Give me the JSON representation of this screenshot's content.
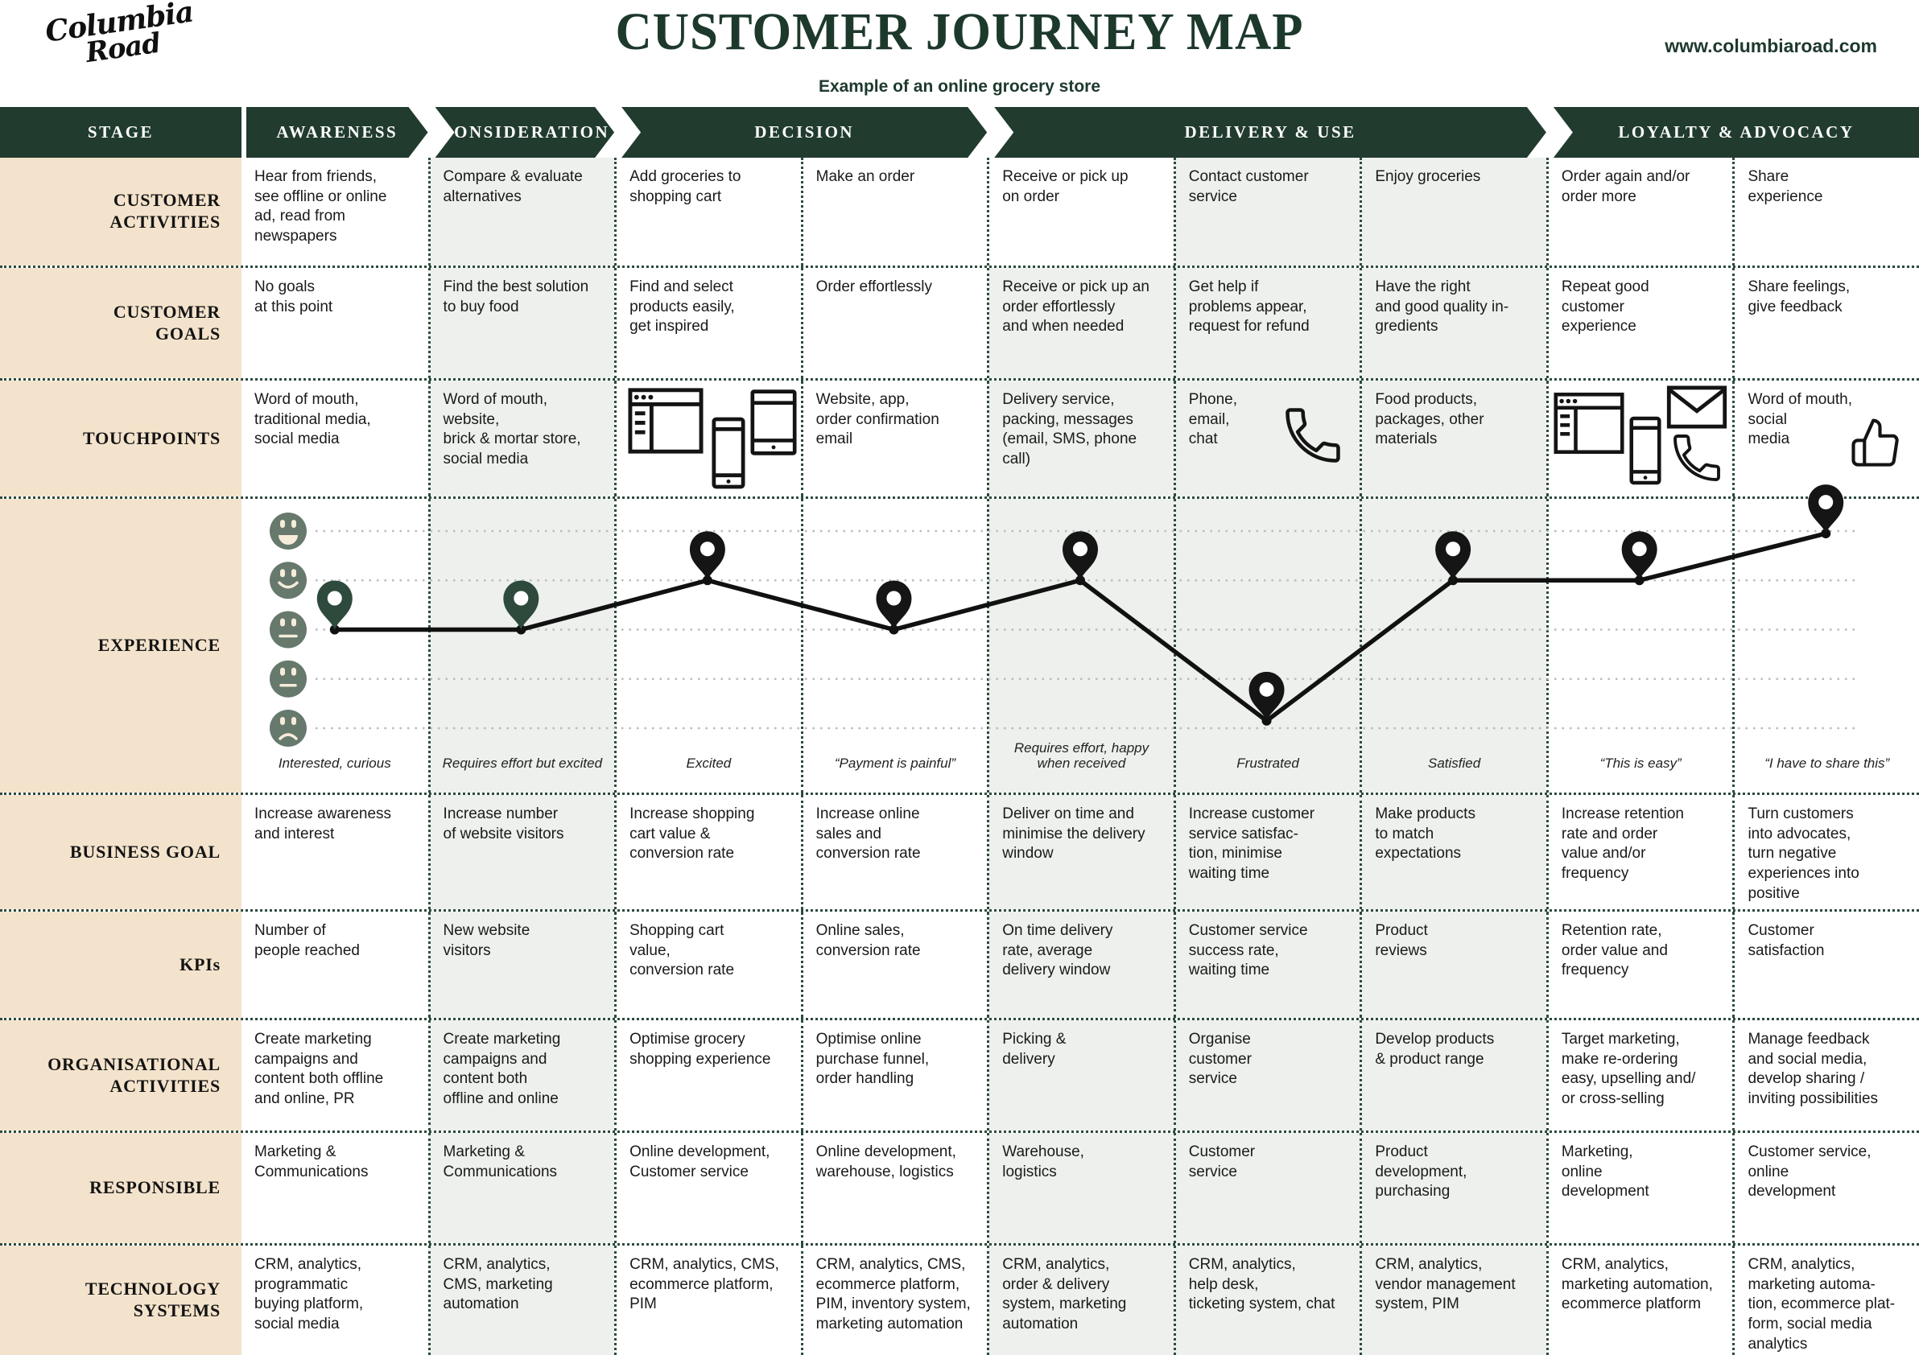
{
  "header": {
    "logo_line1": "Columbia",
    "logo_line2": "Road",
    "title": "CUSTOMER JOURNEY MAP",
    "subtitle": "Example of an online grocery store",
    "website": "www.columbiaroad.com"
  },
  "stage_row": {
    "label": "STAGE",
    "stages": [
      {
        "label": "AWARENESS",
        "span": 1
      },
      {
        "label": "CONSIDERATION",
        "span": 1
      },
      {
        "label": "DECISION",
        "span": 2
      },
      {
        "label": "DELIVERY & USE",
        "span": 3
      },
      {
        "label": "LOYALTY & ADVOCACY",
        "span": 2
      }
    ]
  },
  "colors": {
    "header_green": "#213b2f",
    "title_green": "#1d392c",
    "cream": "#f4e3cc",
    "shade": "#edf0ec",
    "dotted": "#2c4b3c",
    "face_green": "#66796c",
    "face_cream": "#f6ecd9",
    "pin_green": "#2e4a3c",
    "pin_black": "#151515"
  },
  "rows": [
    {
      "key": "activities",
      "label": "CUSTOMER\nACTIVITIES",
      "shaded": [
        0,
        1,
        0,
        0,
        0,
        1,
        1,
        0,
        0
      ],
      "cells": [
        "Hear from friends,\nsee offline or online\nad, read from\nnewspapers",
        "Compare & evaluate\nalternatives",
        "Add groceries to\nshopping cart",
        "Make an order",
        "Receive or pick up\non order",
        "Contact customer\nservice",
        "Enjoy groceries",
        "Order again and/or\norder more",
        "Share\nexperience"
      ]
    },
    {
      "key": "goals",
      "label": "CUSTOMER\nGOALS",
      "shaded": [
        0,
        1,
        0,
        0,
        1,
        1,
        1,
        0,
        0
      ],
      "cells": [
        "No goals\nat this point",
        "Find the best solution\nto buy food",
        "Find and select\nproducts easily,\nget inspired",
        "Order effortlessly",
        "Receive or pick up an\norder effortlessly\nand when needed",
        "Get help if\nproblems appear,\nrequest for refund",
        "Have the right\nand good quality in-\ngredients",
        "Repeat good\ncustomer\nexperience",
        "Share feelings,\ngive feedback"
      ]
    },
    {
      "key": "touchpoints",
      "label": "TOUCHPOINTS",
      "shaded": [
        0,
        1,
        0,
        0,
        1,
        1,
        1,
        0,
        0
      ],
      "cells": [
        "Word of mouth,\ntraditional media,\nsocial media",
        "Word of mouth,\nwebsite,\nbrick & mortar store,\nsocial media",
        {
          "icons": [
            "browser-icon",
            "smartphone-icon",
            "tablet-icon"
          ]
        },
        "Website, app,\norder confirmation\nemail",
        "Delivery service,\npacking, messages\n(email, SMS, phone\ncall)",
        {
          "text": "Phone,\nemail,\nchat",
          "icons": [
            "phone-icon"
          ]
        },
        "Food products,\npackages, other\nmaterials",
        {
          "icons": [
            "browser-icon",
            "smartphone-icon",
            "envelope-icon",
            "phone-icon"
          ]
        },
        {
          "text": "Word of mouth,\nsocial\nmedia",
          "icons": [
            "thumbs-up-icon"
          ]
        }
      ]
    },
    {
      "key": "experience",
      "label": "EXPERIENCE",
      "type": "experience",
      "shaded": [
        0,
        1,
        0,
        0,
        1,
        1,
        1,
        0,
        0
      ]
    },
    {
      "key": "business_goal",
      "label": "BUSINESS GOAL",
      "shaded": [
        0,
        1,
        0,
        0,
        1,
        1,
        1,
        0,
        0
      ],
      "cells": [
        "Increase awareness\nand interest",
        "Increase number\nof website visitors",
        "Increase shopping\ncart value &\nconversion rate",
        "Increase online\nsales and\nconversion rate",
        "Deliver on time and\nminimise the delivery\nwindow",
        "Increase customer\nservice satisfac-\ntion, minimise\nwaiting time",
        "Make products\nto match\nexpectations",
        "Increase retention\nrate and order\nvalue and/or\nfrequency",
        "Turn customers\ninto advocates,\nturn negative\nexperiences into\npositive"
      ]
    },
    {
      "key": "kpis",
      "label": "KPIs",
      "shaded": [
        0,
        1,
        0,
        0,
        1,
        1,
        1,
        0,
        0
      ],
      "cells": [
        "Number of\npeople reached",
        "New website\nvisitors",
        "Shopping cart\nvalue,\nconversion rate",
        "Online sales,\nconversion rate",
        "On time delivery\nrate, average\ndelivery window",
        "Customer service\nsuccess rate,\nwaiting time",
        "Product\nreviews",
        "Retention rate,\norder value and\nfrequency",
        "Customer\nsatisfaction"
      ]
    },
    {
      "key": "org_activities",
      "label": "ORGANISATIONAL\nACTIVITIES",
      "shaded": [
        0,
        1,
        0,
        0,
        1,
        1,
        1,
        0,
        0
      ],
      "cells": [
        "Create marketing\ncampaigns and\ncontent both offline\nand online, PR",
        "Create marketing\ncampaigns and\ncontent both\noffline and online",
        "Optimise grocery\nshopping experience",
        "Optimise online\npurchase funnel,\norder handling",
        "Picking &\ndelivery",
        "Organise\ncustomer\nservice",
        "Develop products\n& product range",
        "Target marketing,\nmake re-ordering\neasy, upselling and/\nor cross-selling",
        "Manage feedback\nand social media,\ndevelop sharing /\ninviting possibilities"
      ]
    },
    {
      "key": "responsible",
      "label": "RESPONSIBLE",
      "shaded": [
        0,
        1,
        0,
        0,
        1,
        1,
        1,
        0,
        0
      ],
      "cells": [
        "Marketing &\nCommunications",
        "Marketing &\nCommunications",
        "Online development,\nCustomer service",
        "Online development,\nwarehouse, logistics",
        "Warehouse,\nlogistics",
        "Customer\nservice",
        "Product\ndevelopment,\npurchasing",
        "Marketing,\nonline\ndevelopment",
        "Customer service,\nonline\ndevelopment"
      ]
    },
    {
      "key": "technology",
      "label": "TECHNOLOGY\nSYSTEMS",
      "shaded": [
        0,
        1,
        0,
        0,
        1,
        1,
        1,
        0,
        0
      ],
      "cells": [
        "CRM, analytics,\nprogrammatic\nbuying platform,\nsocial media",
        "CRM, analytics,\nCMS, marketing\nautomation",
        "CRM, analytics, CMS,\necommerce platform,\nPIM",
        "CRM, analytics, CMS,\necommerce platform,\nPIM, inventory system,\nmarketing automation",
        "CRM, analytics,\norder & delivery\nsystem, marketing\nautomation",
        "CRM, analytics,\nhelp desk,\nticketing system, chat",
        "CRM, analytics,\nvendor management\nsystem, PIM",
        "CRM, analytics,\nmarketing automation,\necommerce platform",
        "CRM, analytics,\nmarketing automa-\ntion, ecommerce plat-\nform, social media\nanalytics"
      ]
    }
  ],
  "experience": {
    "type": "line",
    "scale_levels": [
      "very happy",
      "happy",
      "neutral",
      "unhappy",
      "sad"
    ],
    "points": [
      {
        "column": "Awareness",
        "level": 3,
        "pin": "green"
      },
      {
        "column": "Consideration",
        "level": 3,
        "pin": "green"
      },
      {
        "column": "Add groceries to shopping cart",
        "level": 2,
        "pin": "black"
      },
      {
        "column": "Make an order",
        "level": 3,
        "pin": "black"
      },
      {
        "column": "Receive or pick up on order",
        "level": 2,
        "pin": "black"
      },
      {
        "column": "Contact customer service",
        "level": 4.85,
        "pin": "black"
      },
      {
        "column": "Enjoy groceries",
        "level": 2,
        "pin": "black"
      },
      {
        "column": "Order again and/or order more",
        "level": 2,
        "pin": "black"
      },
      {
        "column": "Share experience",
        "level": 1.05,
        "pin": "black"
      }
    ],
    "captions": [
      "Interested, curious",
      "Requires effort but excited",
      "Excited",
      "“Payment is painful”",
      "Requires effort, happy\nwhen received",
      "Frustrated",
      "Satisfied",
      "“This is easy”",
      "“I have to share this”"
    ]
  }
}
